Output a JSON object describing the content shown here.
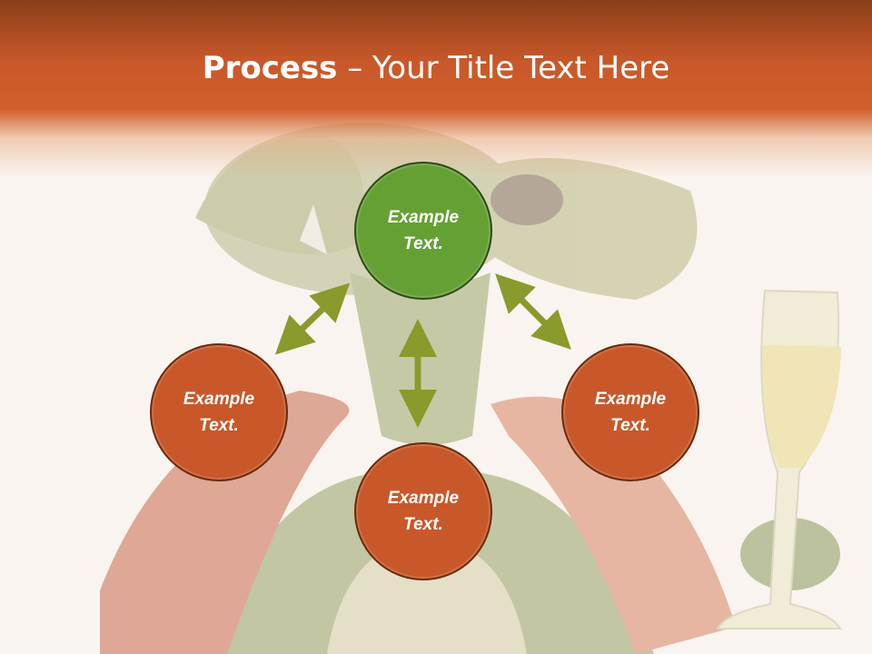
{
  "title": {
    "bold": "Process",
    "rest": " – Your Title Text Here"
  },
  "nodes": {
    "top": "Example\nText.",
    "left": "Example\nText.",
    "right": "Example\nText.",
    "bottom": "Example\nText."
  },
  "colors": {
    "header": "#d1602c",
    "green_node": "#65a035",
    "orange_node": "#c8582a",
    "arrow": "#8a9a2c",
    "background": "#f9f4ef"
  },
  "icons": {
    "arrows": "double-headed-arrow-icon",
    "background": "dragon-illustration",
    "glass": "champagne-glass-illustration"
  }
}
